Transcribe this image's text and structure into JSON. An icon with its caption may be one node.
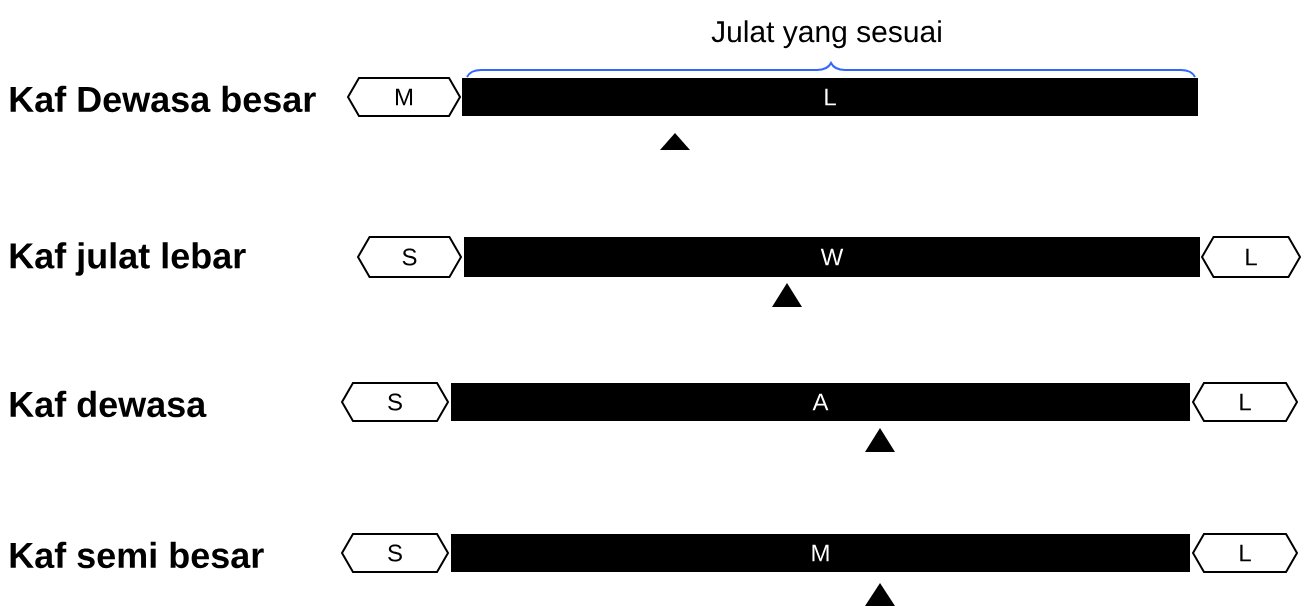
{
  "diagram": {
    "nodes": [
      {
        "text": [
          "M"
        ]
      },
      {
        "text": [
          "L"
        ]
      },
      {
        "text": [
          "S"
        ]
      },
      {
        "text": [
          "W"
        ]
      },
      {
        "text": [
          "L"
        ]
      },
      {
        "text": [
          "S"
        ]
      },
      {
        "text": [
          "A"
        ]
      },
      {
        "text": [
          "L"
        ]
      },
      {
        "text": [
          "S"
        ]
      },
      {
        "text": [
          "M"
        ]
      },
      {
        "text": [
          "L"
        ]
      }
    ],
    "labels": [
      "Julat yang sesuai",
      "Kaf Dewasa besar",
      "Kaf julat lebar",
      "Kaf dewasa",
      "Kaf semi besar"
    ]
  }
}
